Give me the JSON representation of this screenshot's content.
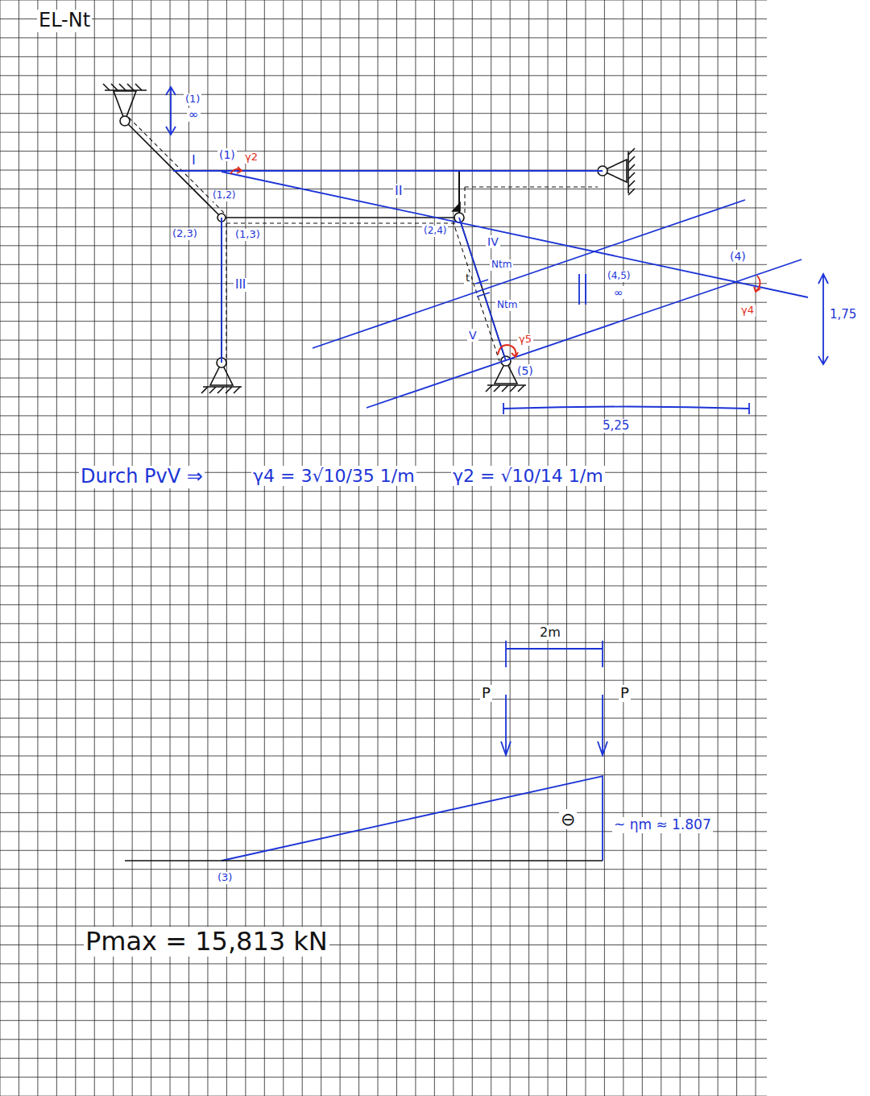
{
  "diagram": {
    "title": "EL-Nt",
    "labels": [
      "(1)",
      "∞",
      "I",
      "(1)",
      "γ2",
      "(1,2)",
      "(2,3)",
      "(1,3)",
      "II",
      "III",
      "(2,4)",
      "IV",
      "Ntm",
      "t",
      "Ntm",
      "V",
      "γ5",
      "(5)",
      "(4)",
      "γ4",
      "(4,5)",
      "∞",
      "1,75",
      "5,25",
      "Durch PvV ⇒",
      "γ4 = 3√10/35 1/m",
      "γ2 = √10/14 1/m",
      "2m",
      "P",
      "P",
      "⊖",
      "~ ηm ≈ 1.807",
      "(3)",
      "Pmax = 15,813 kN"
    ]
  }
}
